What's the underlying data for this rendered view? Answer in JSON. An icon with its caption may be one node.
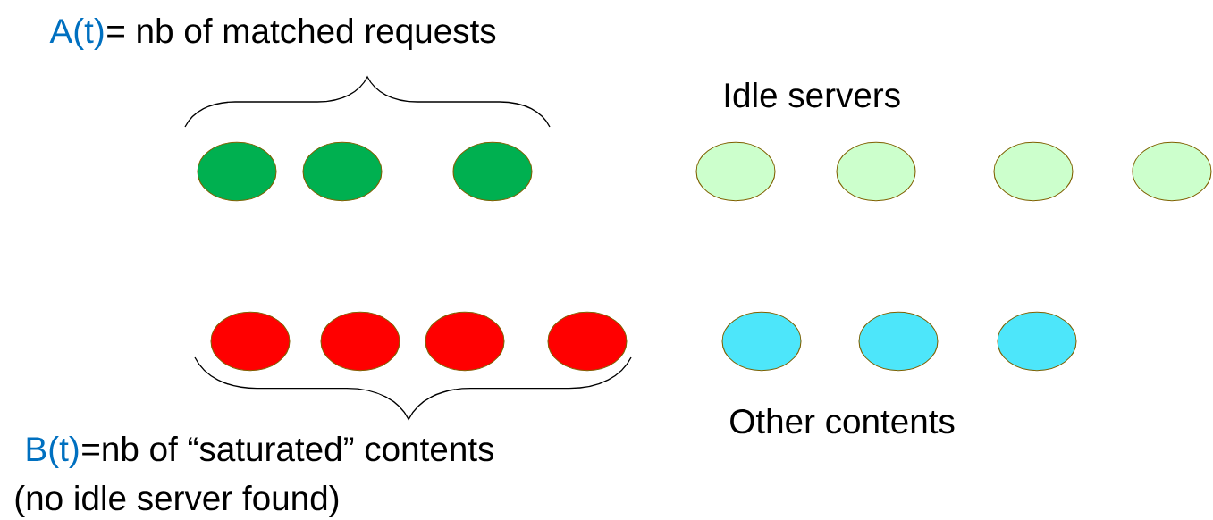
{
  "diagram": {
    "nodes": [
      {
        "text": [],
        "shape": "circle"
      },
      {
        "text": [],
        "shape": "circle"
      },
      {
        "text": [],
        "shape": "circle"
      },
      {
        "text": [],
        "shape": "circle"
      },
      {
        "text": [],
        "shape": "circle"
      },
      {
        "text": [],
        "shape": "circle"
      },
      {
        "text": [],
        "shape": "circle"
      },
      {
        "text": [],
        "shape": "circle"
      },
      {
        "text": [],
        "shape": "circle"
      },
      {
        "text": [],
        "shape": "circle"
      },
      {
        "text": [],
        "shape": "circle"
      },
      {
        "text": [],
        "shape": "circle"
      },
      {
        "text": [],
        "shape": "circle"
      },
      {
        "text": [],
        "shape": "circle"
      }
    ],
    "labels": [
      "A(t)",
      "= nb of matched requests",
      "Idle servers",
      "Other contents",
      "B(t)",
      "=nb of “saturated” contents",
      "(no idle server found)"
    ]
  }
}
